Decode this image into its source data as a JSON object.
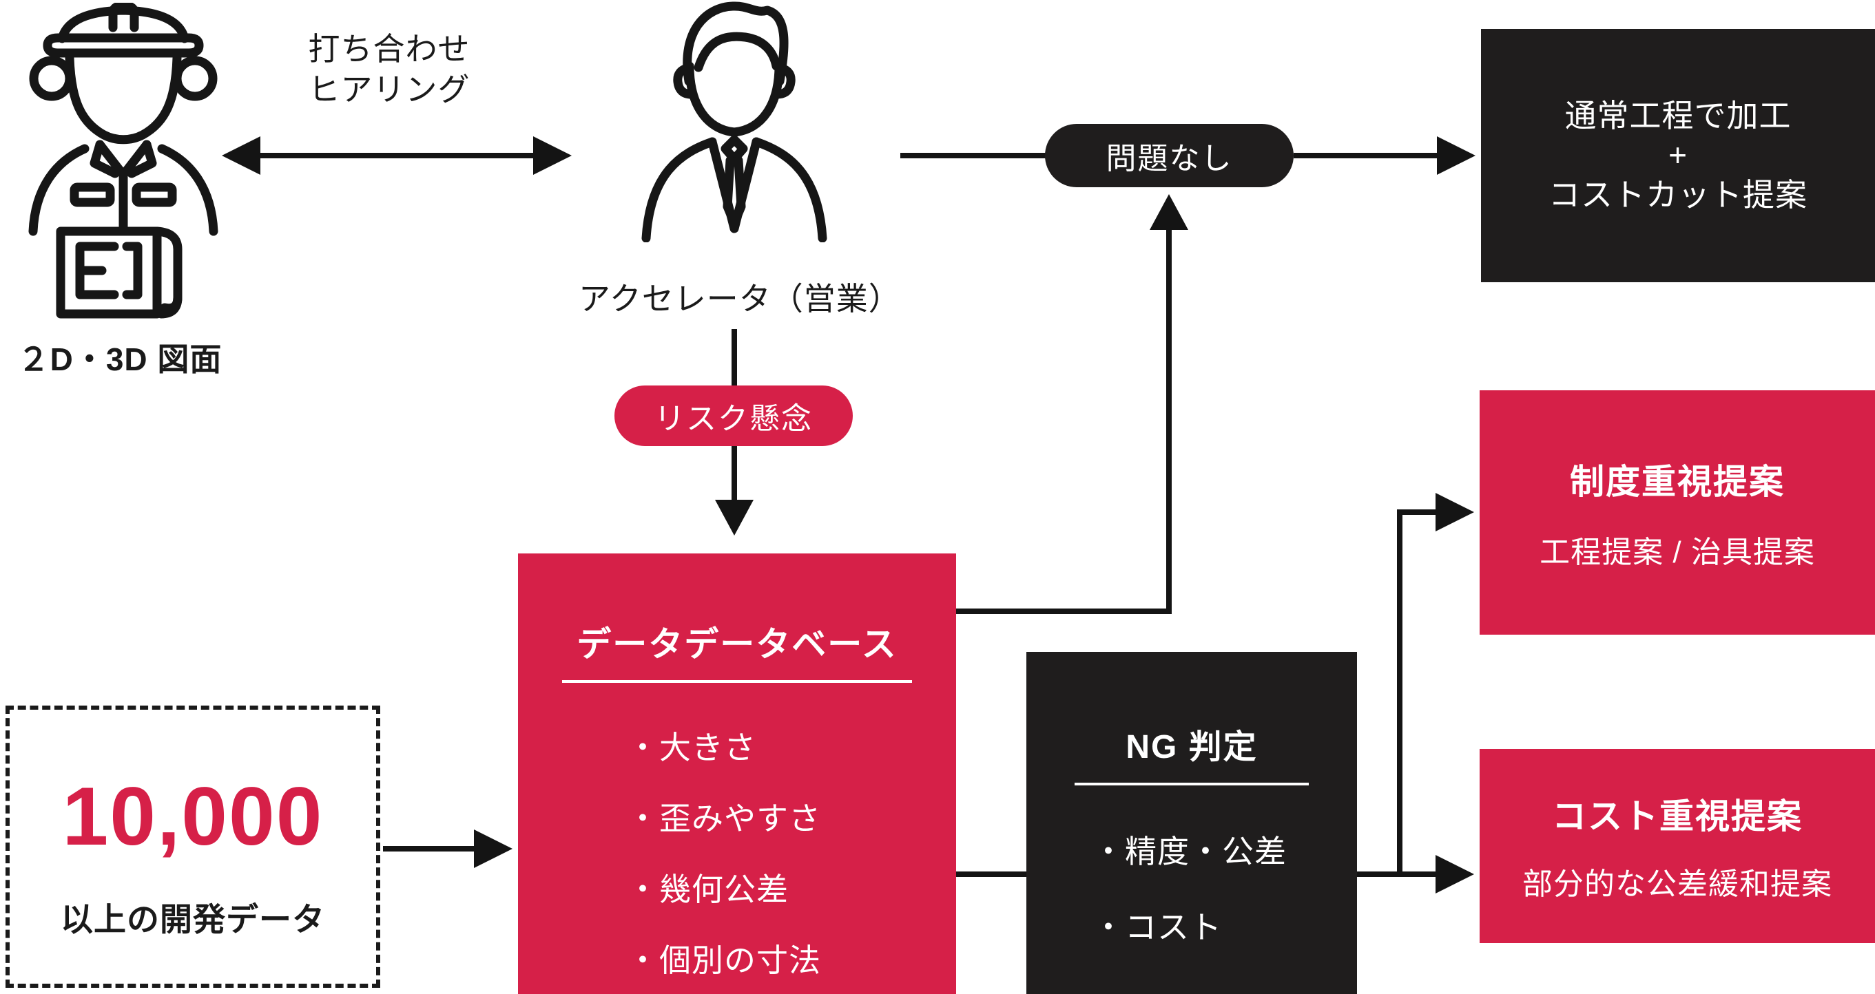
{
  "palette": {
    "crimson": "#D62048",
    "box_black": "#1F1D1D",
    "line_black": "#141414",
    "text_black": "#1a1a1a",
    "white": "#ffffff"
  },
  "nodes": {
    "engineer": {
      "icon": "engineer-icon",
      "label": "２D・3D 図面"
    },
    "meeting": {
      "line1": "打ち合わせ",
      "line2": "ヒアリング"
    },
    "accelerator": {
      "icon": "businessman-icon",
      "label": "アクセレータ（営業）"
    },
    "no_problem_pill": {
      "label": "問題なし"
    },
    "normal_process_box": {
      "line1": "通常工程で加工",
      "line2": "+",
      "line3": "コストカット提案"
    },
    "risk_pill": {
      "label": "リスク懸念"
    },
    "database_box": {
      "title": "データデータベース",
      "items": [
        "・大きさ",
        "・歪みやすさ",
        "・幾何公差",
        "・個別の寸法"
      ]
    },
    "dev_data_box": {
      "number": "10,000",
      "label": "以上の開発データ"
    },
    "ng_box": {
      "title": "NG 判定",
      "items": [
        "・精度・公差",
        "・コスト"
      ]
    },
    "precision_box": {
      "title": "制度重視提案",
      "subtitle": "工程提案 / 治具提案"
    },
    "cost_box": {
      "title": "コスト重視提案",
      "subtitle": "部分的な公差緩和提案"
    }
  }
}
